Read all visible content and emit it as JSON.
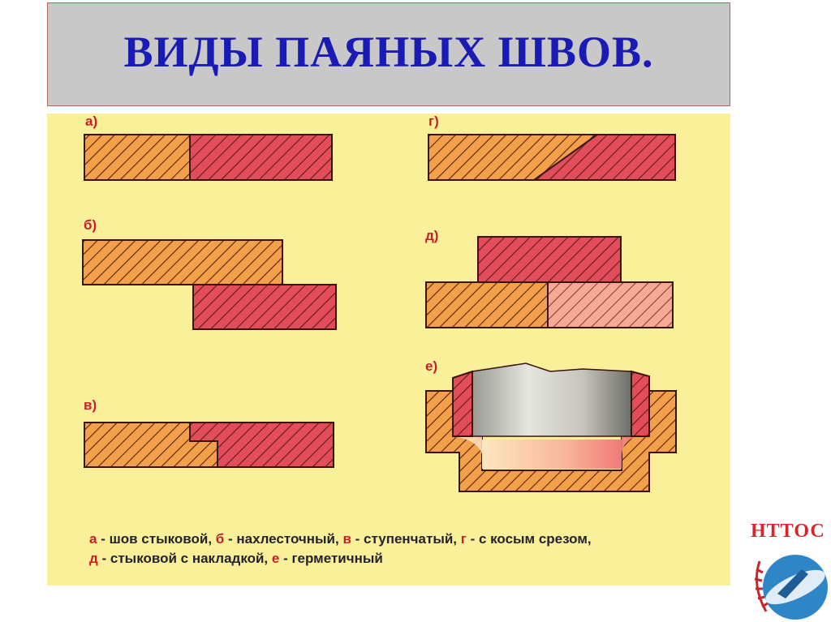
{
  "title": "ВИДЫ ПАЯНЫХ ШВОВ.",
  "figure_labels": {
    "a": "а)",
    "b": "б)",
    "v": "в)",
    "g": "г)",
    "d": "д)",
    "e": "е)"
  },
  "caption": {
    "line1": [
      {
        "key": "а",
        "text": " - шов стыковой, "
      },
      {
        "key": "б",
        "text": " - нахлесточный, "
      },
      {
        "key": "в",
        "text": " - ступенчатый, "
      },
      {
        "key": "г",
        "text": " - с косым срезом,"
      }
    ],
    "line2": [
      {
        "key": "д",
        "text": " - стыковой с накладкой, "
      },
      {
        "key": "е",
        "text": " - герметичный"
      }
    ]
  },
  "logo": {
    "name": "НТТОС"
  },
  "colors": {
    "title_text": "#1a1ab4",
    "title_box": "#c8c8c8",
    "panel": "#fbf09a",
    "orange_part": "#f3a04a",
    "red_part": "#e34c5a",
    "pink_part": "#f7a995",
    "hatch": "#5a2010",
    "label": "#c81e2a"
  }
}
